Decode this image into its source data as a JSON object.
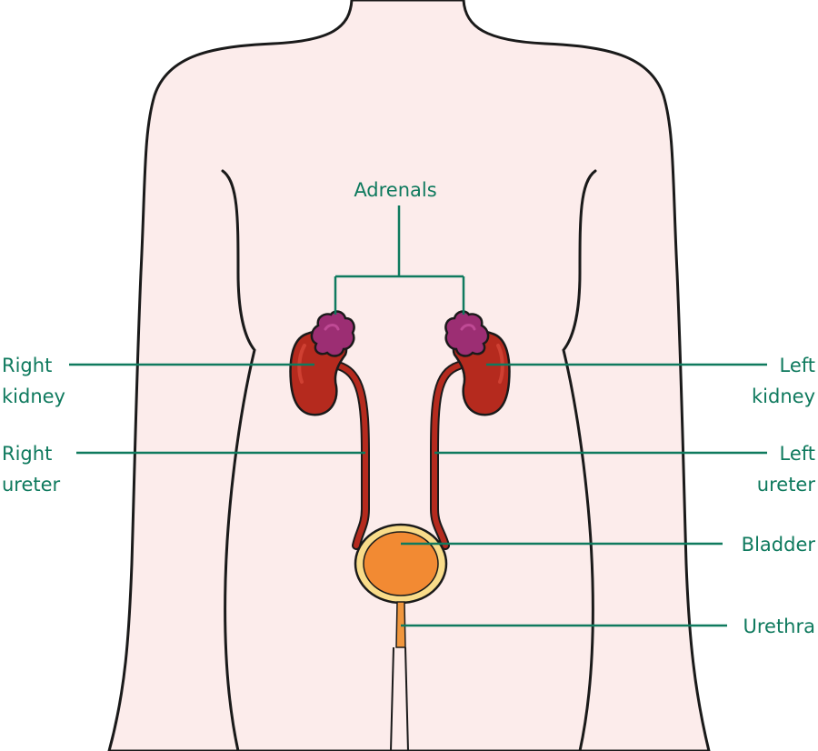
{
  "labels": {
    "adrenals": "Adrenals",
    "right_kidney": [
      "Right",
      "kidney"
    ],
    "left_kidney": [
      "Left",
      "kidney"
    ],
    "right_ureter": [
      "Right",
      "ureter"
    ],
    "left_ureter": [
      "Left",
      "ureter"
    ],
    "bladder": "Bladder",
    "urethra": "Urethra"
  },
  "colors": {
    "skin": "#fceceb",
    "outline": "#1a1a1a",
    "kidney": "#b52a1e",
    "kidney_highlight": "#cf4032",
    "adrenal": "#9c2e73",
    "adrenal_highlight": "#bf4a95",
    "bladder_outer": "#f9dc8a",
    "bladder_inner": "#f28a33",
    "urethra": "#f0963d",
    "label_line": "#0f7a5e"
  }
}
